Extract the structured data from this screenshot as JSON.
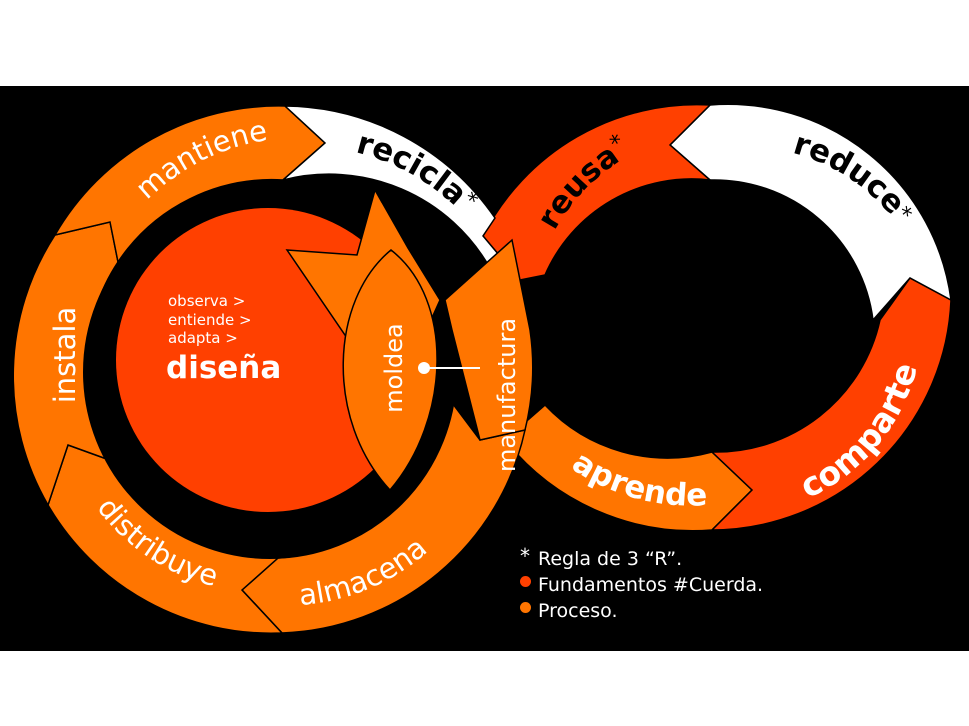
{
  "colors": {
    "background": "#000000",
    "page": "#ffffff",
    "process": "#ff7500",
    "fundamentals": "#ff4000",
    "rule_r": "#ffffff",
    "outline": "#000000",
    "label_light": "#ffffff",
    "label_dark": "#000000"
  },
  "left_cycle": {
    "core": {
      "steps": [
        "observa >",
        "entiende >",
        "adapta >"
      ],
      "title": "diseña"
    },
    "inner": {
      "moldea": "moldea",
      "manufactura": "manufactura"
    },
    "segments": [
      {
        "id": "mantiene",
        "label": "mantiene",
        "type": "process"
      },
      {
        "id": "recicla",
        "label": "recicla",
        "asterisk": "*",
        "type": "rule_r"
      },
      {
        "id": "instala",
        "label": "instala",
        "type": "process"
      },
      {
        "id": "distribuye",
        "label": "distribuye",
        "type": "process"
      },
      {
        "id": "almacena",
        "label": "almacena",
        "type": "process"
      }
    ]
  },
  "right_cycle": {
    "segments": [
      {
        "id": "reusa",
        "label": "reusa",
        "asterisk": "*",
        "type": "fundamentals"
      },
      {
        "id": "reduce",
        "label": "reduce",
        "asterisk": "*",
        "type": "rule_r"
      },
      {
        "id": "comparte",
        "label": "comparte",
        "type": "fundamentals"
      },
      {
        "id": "aprende",
        "label": "aprende",
        "type": "process"
      }
    ]
  },
  "legend": [
    {
      "marker": "*",
      "marker_type": "asterisk",
      "text": "Regla de 3 “R”."
    },
    {
      "marker": "red-dot",
      "marker_type": "dot",
      "color": "#ff4000",
      "text": "Fundamentos #Cuerda."
    },
    {
      "marker": "orange-dot",
      "marker_type": "dot",
      "color": "#ff7500",
      "text": "Proceso."
    }
  ]
}
